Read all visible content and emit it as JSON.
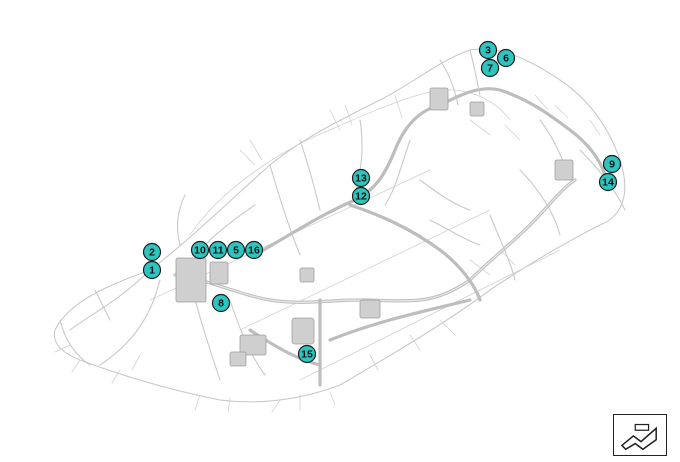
{
  "diagram": {
    "callouts": [
      {
        "label": "1"
      },
      {
        "label": "2"
      },
      {
        "label": "3"
      },
      {
        "label": "5"
      },
      {
        "label": "6"
      },
      {
        "label": "7"
      },
      {
        "label": "8"
      },
      {
        "label": "9"
      },
      {
        "label": "10"
      },
      {
        "label": "11"
      },
      {
        "label": "12"
      },
      {
        "label": "13"
      },
      {
        "label": "14"
      },
      {
        "label": "15"
      },
      {
        "label": "16"
      }
    ],
    "callout_color": "#2ec4c0",
    "wire_color": "#c9c9c9",
    "icons": {
      "corner_symbol": "wiring-harness-symbol-icon"
    }
  }
}
